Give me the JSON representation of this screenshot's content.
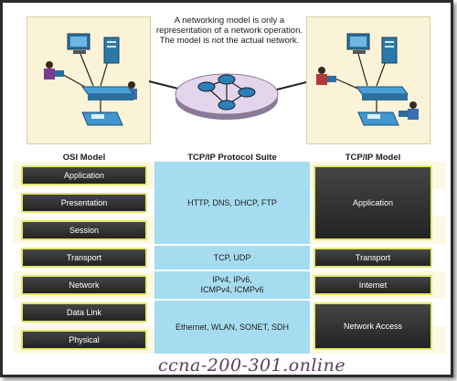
{
  "note": {
    "line1": "A networking model is only a",
    "line2": "representation of a network operation.",
    "line3": "The model is not the actual network."
  },
  "headers": {
    "osi": "OSI Model",
    "protocols": "TCP/IP Protocol Suite",
    "tcpip": "TCP/IP Model"
  },
  "osi_layers": [
    "Application",
    "Presentation",
    "Session",
    "Transport",
    "Network",
    "Data Link",
    "Physical"
  ],
  "protocol_groups": {
    "application": "HTTP, DNS, DHCP, FTP",
    "transport": "TCP, UDP",
    "internet_line1": "IPv4, IPv6,",
    "internet_line2": "ICMPv4, ICMPv6",
    "network_access": "Ethernet, WLAN, SONET, SDH"
  },
  "tcpip_layers": {
    "application": "Application",
    "transport": "Transport",
    "internet": "Internet",
    "network_access": "Network Access"
  },
  "watermark": "ccna-200-301.online",
  "colors": {
    "layer_box": "#2e2e2e",
    "layer_border": "#e1e86a",
    "protocol_band": "#a6dcf0",
    "stripe": "#fcf8e3",
    "panel": "#fbf3d7"
  }
}
